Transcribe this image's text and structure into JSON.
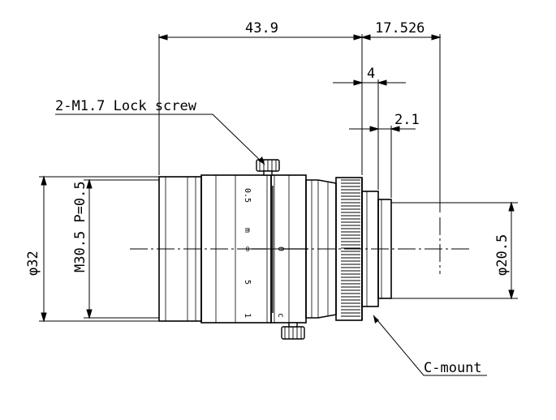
{
  "dimensions": {
    "overall_length": "43.9",
    "flange_back": "17.526",
    "mount_thread_depth": "4",
    "mount_flange": "2.1"
  },
  "diameters": {
    "front_outer": "φ32",
    "filter_thread": "M30.5 P=0.5",
    "rear_body": "φ20.5"
  },
  "callouts": {
    "lock_screw": "2-M1.7 Lock screw",
    "mount": "C-mount"
  },
  "focus_scale": {
    "unit": "m",
    "marks": [
      "0.5",
      "∞",
      "5",
      "1"
    ],
    "index_mark": "0",
    "iris_mark": "c"
  }
}
